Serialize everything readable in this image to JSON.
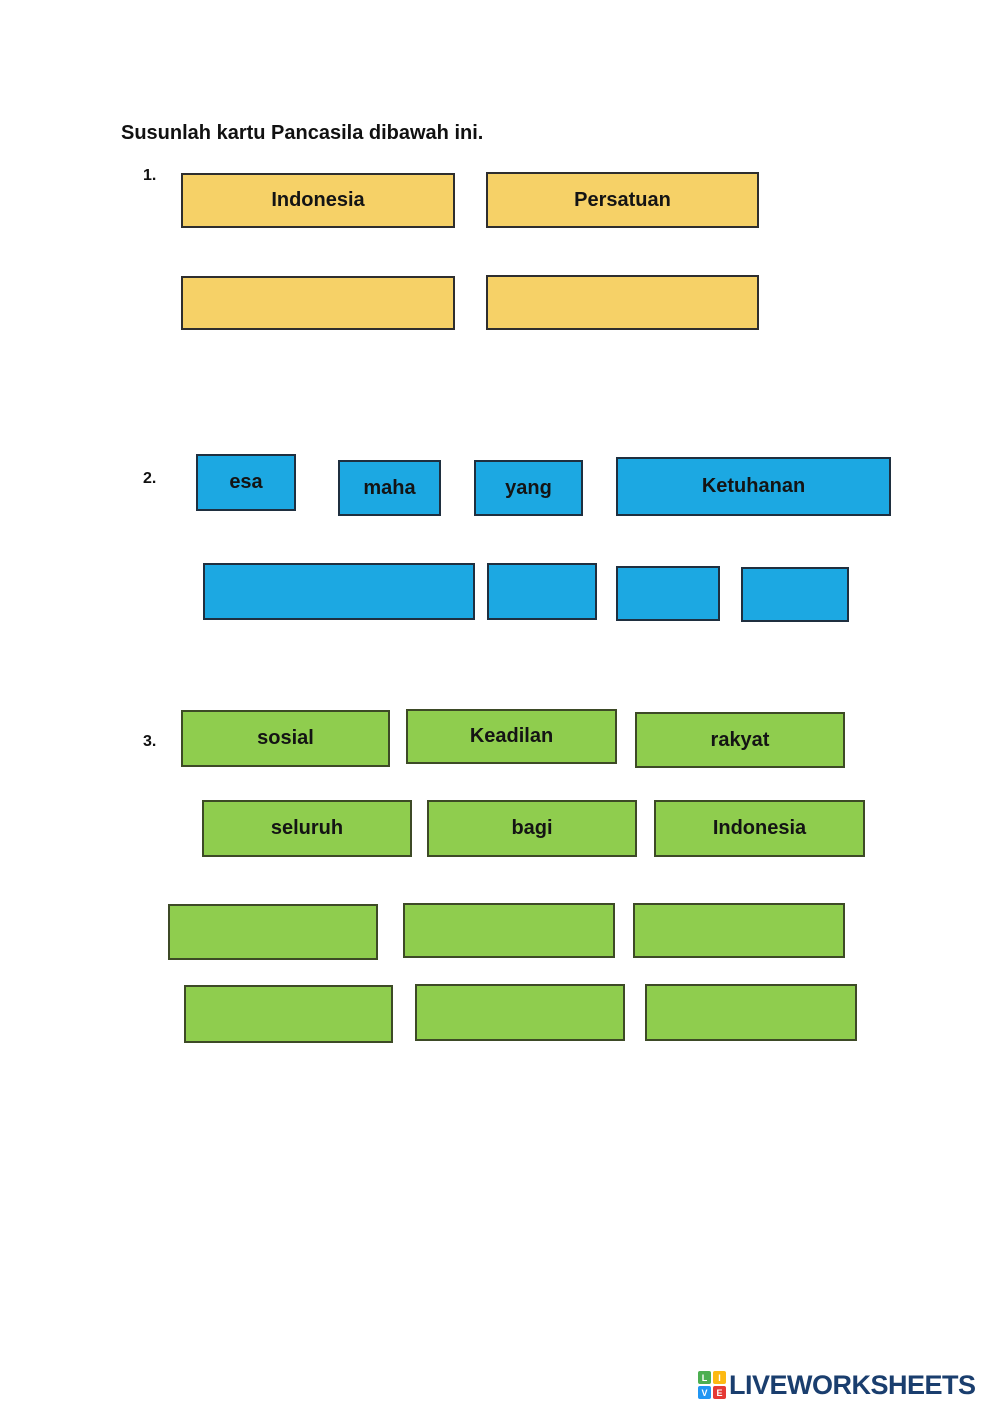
{
  "worksheet": {
    "title": "Susunlah kartu Pancasila dibawah ini.",
    "sections": [
      {
        "number": "1.",
        "theme": "yellow",
        "card_color": "#F6D167",
        "cards": [
          {
            "label": "Indonesia"
          },
          {
            "label": "Persatuan"
          }
        ],
        "empty_slots": 2
      },
      {
        "number": "2.",
        "theme": "blue",
        "card_color": "#1CA8E2",
        "cards": [
          {
            "label": "esa"
          },
          {
            "label": "maha"
          },
          {
            "label": "yang"
          },
          {
            "label": "Ketuhanan"
          }
        ],
        "empty_slots": 4
      },
      {
        "number": "3.",
        "theme": "green",
        "card_color": "#8FCD4E",
        "cards": [
          {
            "label": "sosial"
          },
          {
            "label": "Keadilan"
          },
          {
            "label": "rakyat"
          },
          {
            "label": "seluruh"
          },
          {
            "label": "bagi"
          },
          {
            "label": "Indonesia"
          }
        ],
        "empty_slots": 6
      }
    ]
  },
  "footer": {
    "brand": "LIVEWORKSHEETS",
    "brand_color": "#1A3E6E",
    "logo_squares": [
      {
        "letter": "L",
        "color": "#4CAF50"
      },
      {
        "letter": "I",
        "color": "#FDB913"
      },
      {
        "letter": "V",
        "color": "#2196F3"
      },
      {
        "letter": "E",
        "color": "#E53935"
      }
    ]
  }
}
